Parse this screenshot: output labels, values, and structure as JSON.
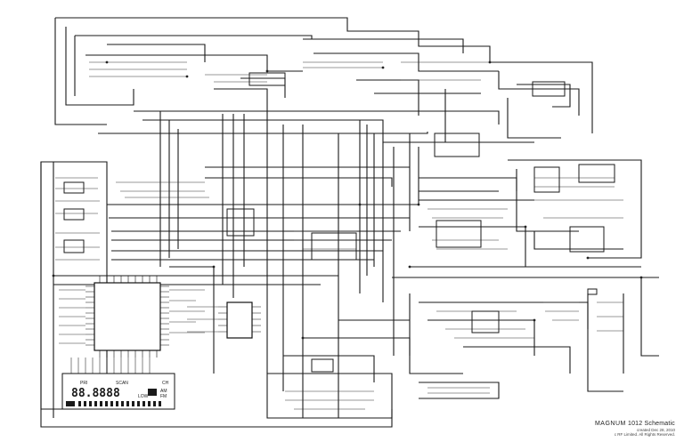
{
  "title_block": {
    "brand": "MAGNUM",
    "title": "1012 Schematic",
    "created": "created Dec 28, 2010",
    "rights": "c RF Limited. All Rights Reserved."
  },
  "lcd": {
    "digits": "88.8888",
    "indicator": "SCAN",
    "indicator2": "PRI",
    "mode_labels": [
      "AM",
      "FM"
    ],
    "small_label": "LOW",
    "channel_label": "CH"
  },
  "colors": {
    "ink": "#1a1a1a",
    "paper": "#ffffff"
  }
}
